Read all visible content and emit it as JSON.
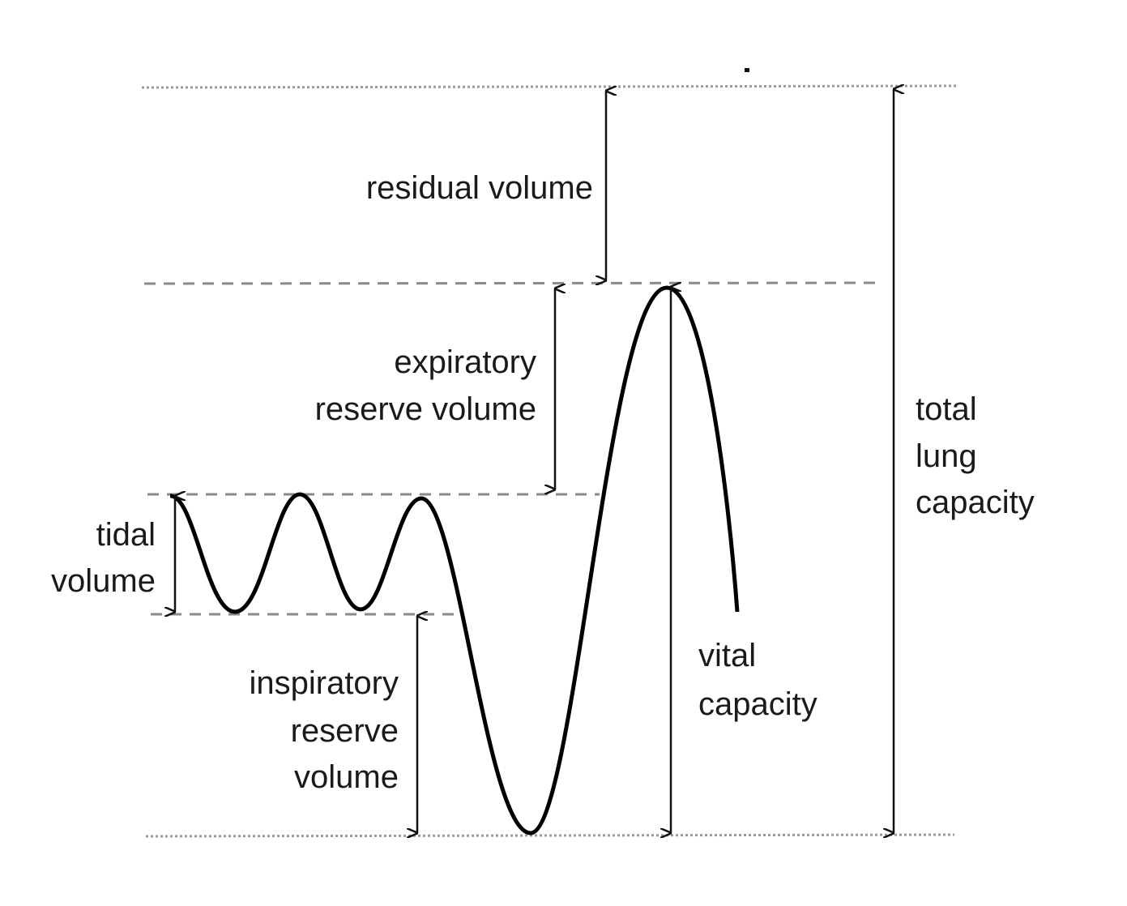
{
  "diagram": {
    "title": "Lung volumes spirogram",
    "labels": {
      "residual_volume": "residual volume",
      "expiratory_reserve_1": "expiratory",
      "expiratory_reserve_2": "reserve volume",
      "tidal_1": "tidal",
      "tidal_2": "volume",
      "inspiratory_1": "inspiratory",
      "inspiratory_2": "reserve",
      "inspiratory_3": "volume",
      "vital_1": "vital",
      "vital_2": "capacity",
      "total_1": "total",
      "total_2": "lung",
      "total_3": "capacity"
    }
  }
}
